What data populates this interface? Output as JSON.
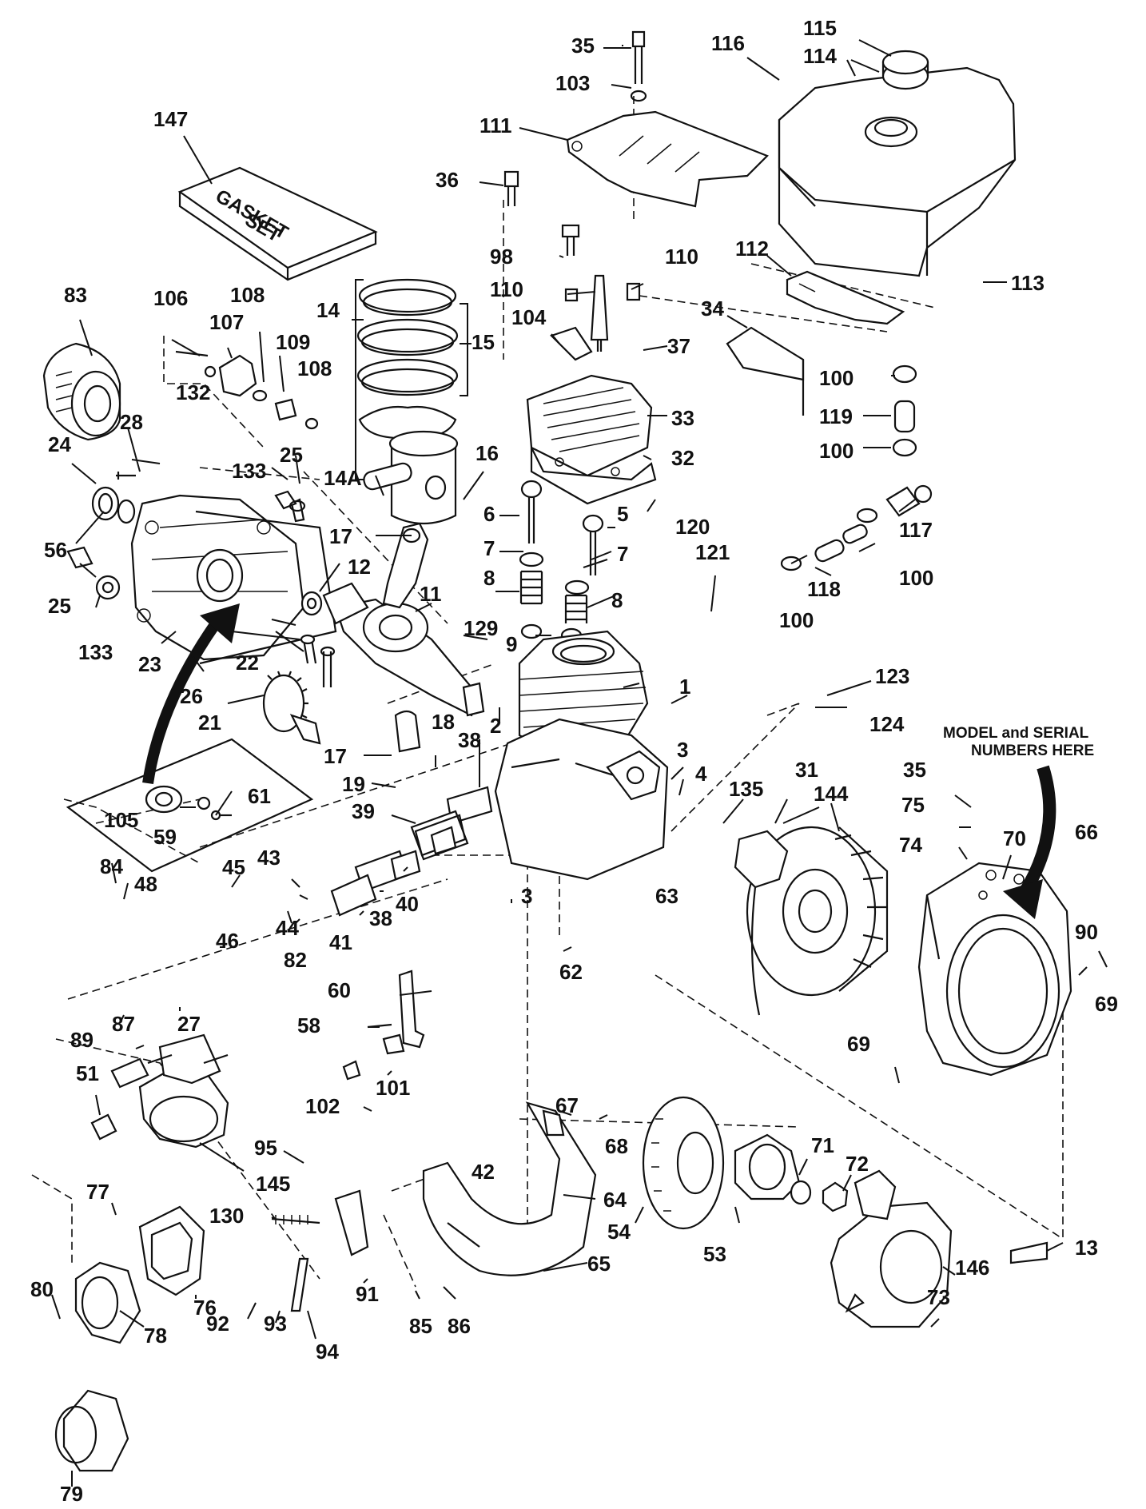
{
  "diagram": {
    "gasket_box_text": [
      "GASKET",
      "SET"
    ],
    "model_note_lines": [
      "MODEL and SERIAL",
      "NUMBERS HERE"
    ],
    "callouts": [
      {
        "id": "c35a",
        "label": "35"
      },
      {
        "id": "c103",
        "label": "103"
      },
      {
        "id": "c116",
        "label": "116"
      },
      {
        "id": "c115",
        "label": "115"
      },
      {
        "id": "c114",
        "label": "114"
      },
      {
        "id": "c147",
        "label": "147"
      },
      {
        "id": "c111",
        "label": "111"
      },
      {
        "id": "c36",
        "label": "36"
      },
      {
        "id": "c98",
        "label": "98"
      },
      {
        "id": "c110a",
        "label": "110"
      },
      {
        "id": "c110b",
        "label": "110"
      },
      {
        "id": "c112",
        "label": "112"
      },
      {
        "id": "c113",
        "label": "113"
      },
      {
        "id": "c83",
        "label": "83"
      },
      {
        "id": "c106",
        "label": "106"
      },
      {
        "id": "c108a",
        "label": "108"
      },
      {
        "id": "c14",
        "label": "14"
      },
      {
        "id": "c15",
        "label": "15"
      },
      {
        "id": "c104",
        "label": "104"
      },
      {
        "id": "c37",
        "label": "37"
      },
      {
        "id": "c34",
        "label": "34"
      },
      {
        "id": "c107",
        "label": "107"
      },
      {
        "id": "c109",
        "label": "109"
      },
      {
        "id": "c108b",
        "label": "108"
      },
      {
        "id": "c132",
        "label": "132"
      },
      {
        "id": "c100a",
        "label": "100"
      },
      {
        "id": "c33",
        "label": "33"
      },
      {
        "id": "c119",
        "label": "119"
      },
      {
        "id": "c28",
        "label": "28"
      },
      {
        "id": "c24",
        "label": "24"
      },
      {
        "id": "c133a",
        "label": "133"
      },
      {
        "id": "c25a",
        "label": "25"
      },
      {
        "id": "c14a",
        "label": "14A"
      },
      {
        "id": "c16",
        "label": "16"
      },
      {
        "id": "c32",
        "label": "32"
      },
      {
        "id": "c100b",
        "label": "100"
      },
      {
        "id": "c56",
        "label": "56"
      },
      {
        "id": "c6",
        "label": "6"
      },
      {
        "id": "c5",
        "label": "5"
      },
      {
        "id": "c117",
        "label": "117"
      },
      {
        "id": "c17a",
        "label": "17"
      },
      {
        "id": "c120",
        "label": "120"
      },
      {
        "id": "c7a",
        "label": "7"
      },
      {
        "id": "c7b",
        "label": "7"
      },
      {
        "id": "c121",
        "label": "121"
      },
      {
        "id": "c100c",
        "label": "100"
      },
      {
        "id": "c118",
        "label": "118"
      },
      {
        "id": "c12",
        "label": "12"
      },
      {
        "id": "c11",
        "label": "11"
      },
      {
        "id": "c8a",
        "label": "8"
      },
      {
        "id": "c8b",
        "label": "8"
      },
      {
        "id": "c25b",
        "label": "25"
      },
      {
        "id": "c100d",
        "label": "100"
      },
      {
        "id": "c133b",
        "label": "133"
      },
      {
        "id": "c129",
        "label": "129"
      },
      {
        "id": "c9",
        "label": "9"
      },
      {
        "id": "c22",
        "label": "22"
      },
      {
        "id": "c1",
        "label": "1"
      },
      {
        "id": "c23",
        "label": "23"
      },
      {
        "id": "c26",
        "label": "26"
      },
      {
        "id": "c123",
        "label": "123"
      },
      {
        "id": "c21",
        "label": "21"
      },
      {
        "id": "c2",
        "label": "2"
      },
      {
        "id": "c124",
        "label": "124"
      },
      {
        "id": "c17b",
        "label": "17"
      },
      {
        "id": "c18",
        "label": "18"
      },
      {
        "id": "c38a",
        "label": "38"
      },
      {
        "id": "c3a",
        "label": "3"
      },
      {
        "id": "c19",
        "label": "19"
      },
      {
        "id": "c61",
        "label": "61"
      },
      {
        "id": "c4",
        "label": "4"
      },
      {
        "id": "c135",
        "label": "135"
      },
      {
        "id": "c31",
        "label": "31"
      },
      {
        "id": "c144",
        "label": "144"
      },
      {
        "id": "c35b",
        "label": "35"
      },
      {
        "id": "c105",
        "label": "105"
      },
      {
        "id": "c59",
        "label": "59"
      },
      {
        "id": "c39",
        "label": "39"
      },
      {
        "id": "c75",
        "label": "75"
      },
      {
        "id": "c70",
        "label": "70"
      },
      {
        "id": "c66",
        "label": "66"
      },
      {
        "id": "c74",
        "label": "74"
      },
      {
        "id": "c84",
        "label": "84"
      },
      {
        "id": "c45",
        "label": "45"
      },
      {
        "id": "c43",
        "label": "43"
      },
      {
        "id": "c48",
        "label": "48"
      },
      {
        "id": "c40",
        "label": "40"
      },
      {
        "id": "c3b",
        "label": "3"
      },
      {
        "id": "c63",
        "label": "63"
      },
      {
        "id": "c38b",
        "label": "38"
      },
      {
        "id": "c44",
        "label": "44"
      },
      {
        "id": "c46",
        "label": "46"
      },
      {
        "id": "c41",
        "label": "41"
      },
      {
        "id": "c90",
        "label": "90"
      },
      {
        "id": "c82",
        "label": "82"
      },
      {
        "id": "c62",
        "label": "62"
      },
      {
        "id": "c69a",
        "label": "69"
      },
      {
        "id": "c27",
        "label": "27"
      },
      {
        "id": "c60",
        "label": "60"
      },
      {
        "id": "c87",
        "label": "87"
      },
      {
        "id": "c58",
        "label": "58"
      },
      {
        "id": "c89",
        "label": "89"
      },
      {
        "id": "c69b",
        "label": "69"
      },
      {
        "id": "c51",
        "label": "51"
      },
      {
        "id": "c101",
        "label": "101"
      },
      {
        "id": "c102",
        "label": "102"
      },
      {
        "id": "c67",
        "label": "67"
      },
      {
        "id": "c68",
        "label": "68"
      },
      {
        "id": "c71",
        "label": "71"
      },
      {
        "id": "c95",
        "label": "95"
      },
      {
        "id": "c72",
        "label": "72"
      },
      {
        "id": "c42",
        "label": "42"
      },
      {
        "id": "c145",
        "label": "145"
      },
      {
        "id": "c64",
        "label": "64"
      },
      {
        "id": "c54",
        "label": "54"
      },
      {
        "id": "c77",
        "label": "77"
      },
      {
        "id": "c130",
        "label": "130"
      },
      {
        "id": "c53",
        "label": "53"
      },
      {
        "id": "c13",
        "label": "13"
      },
      {
        "id": "c65",
        "label": "65"
      },
      {
        "id": "c146",
        "label": "146"
      },
      {
        "id": "c80",
        "label": "80"
      },
      {
        "id": "c76",
        "label": "76"
      },
      {
        "id": "c91",
        "label": "91"
      },
      {
        "id": "c92",
        "label": "92"
      },
      {
        "id": "c93",
        "label": "93"
      },
      {
        "id": "c78",
        "label": "78"
      },
      {
        "id": "c73",
        "label": "73"
      },
      {
        "id": "c85",
        "label": "85"
      },
      {
        "id": "c86",
        "label": "86"
      },
      {
        "id": "c94",
        "label": "94"
      },
      {
        "id": "c79",
        "label": "79"
      }
    ]
  }
}
